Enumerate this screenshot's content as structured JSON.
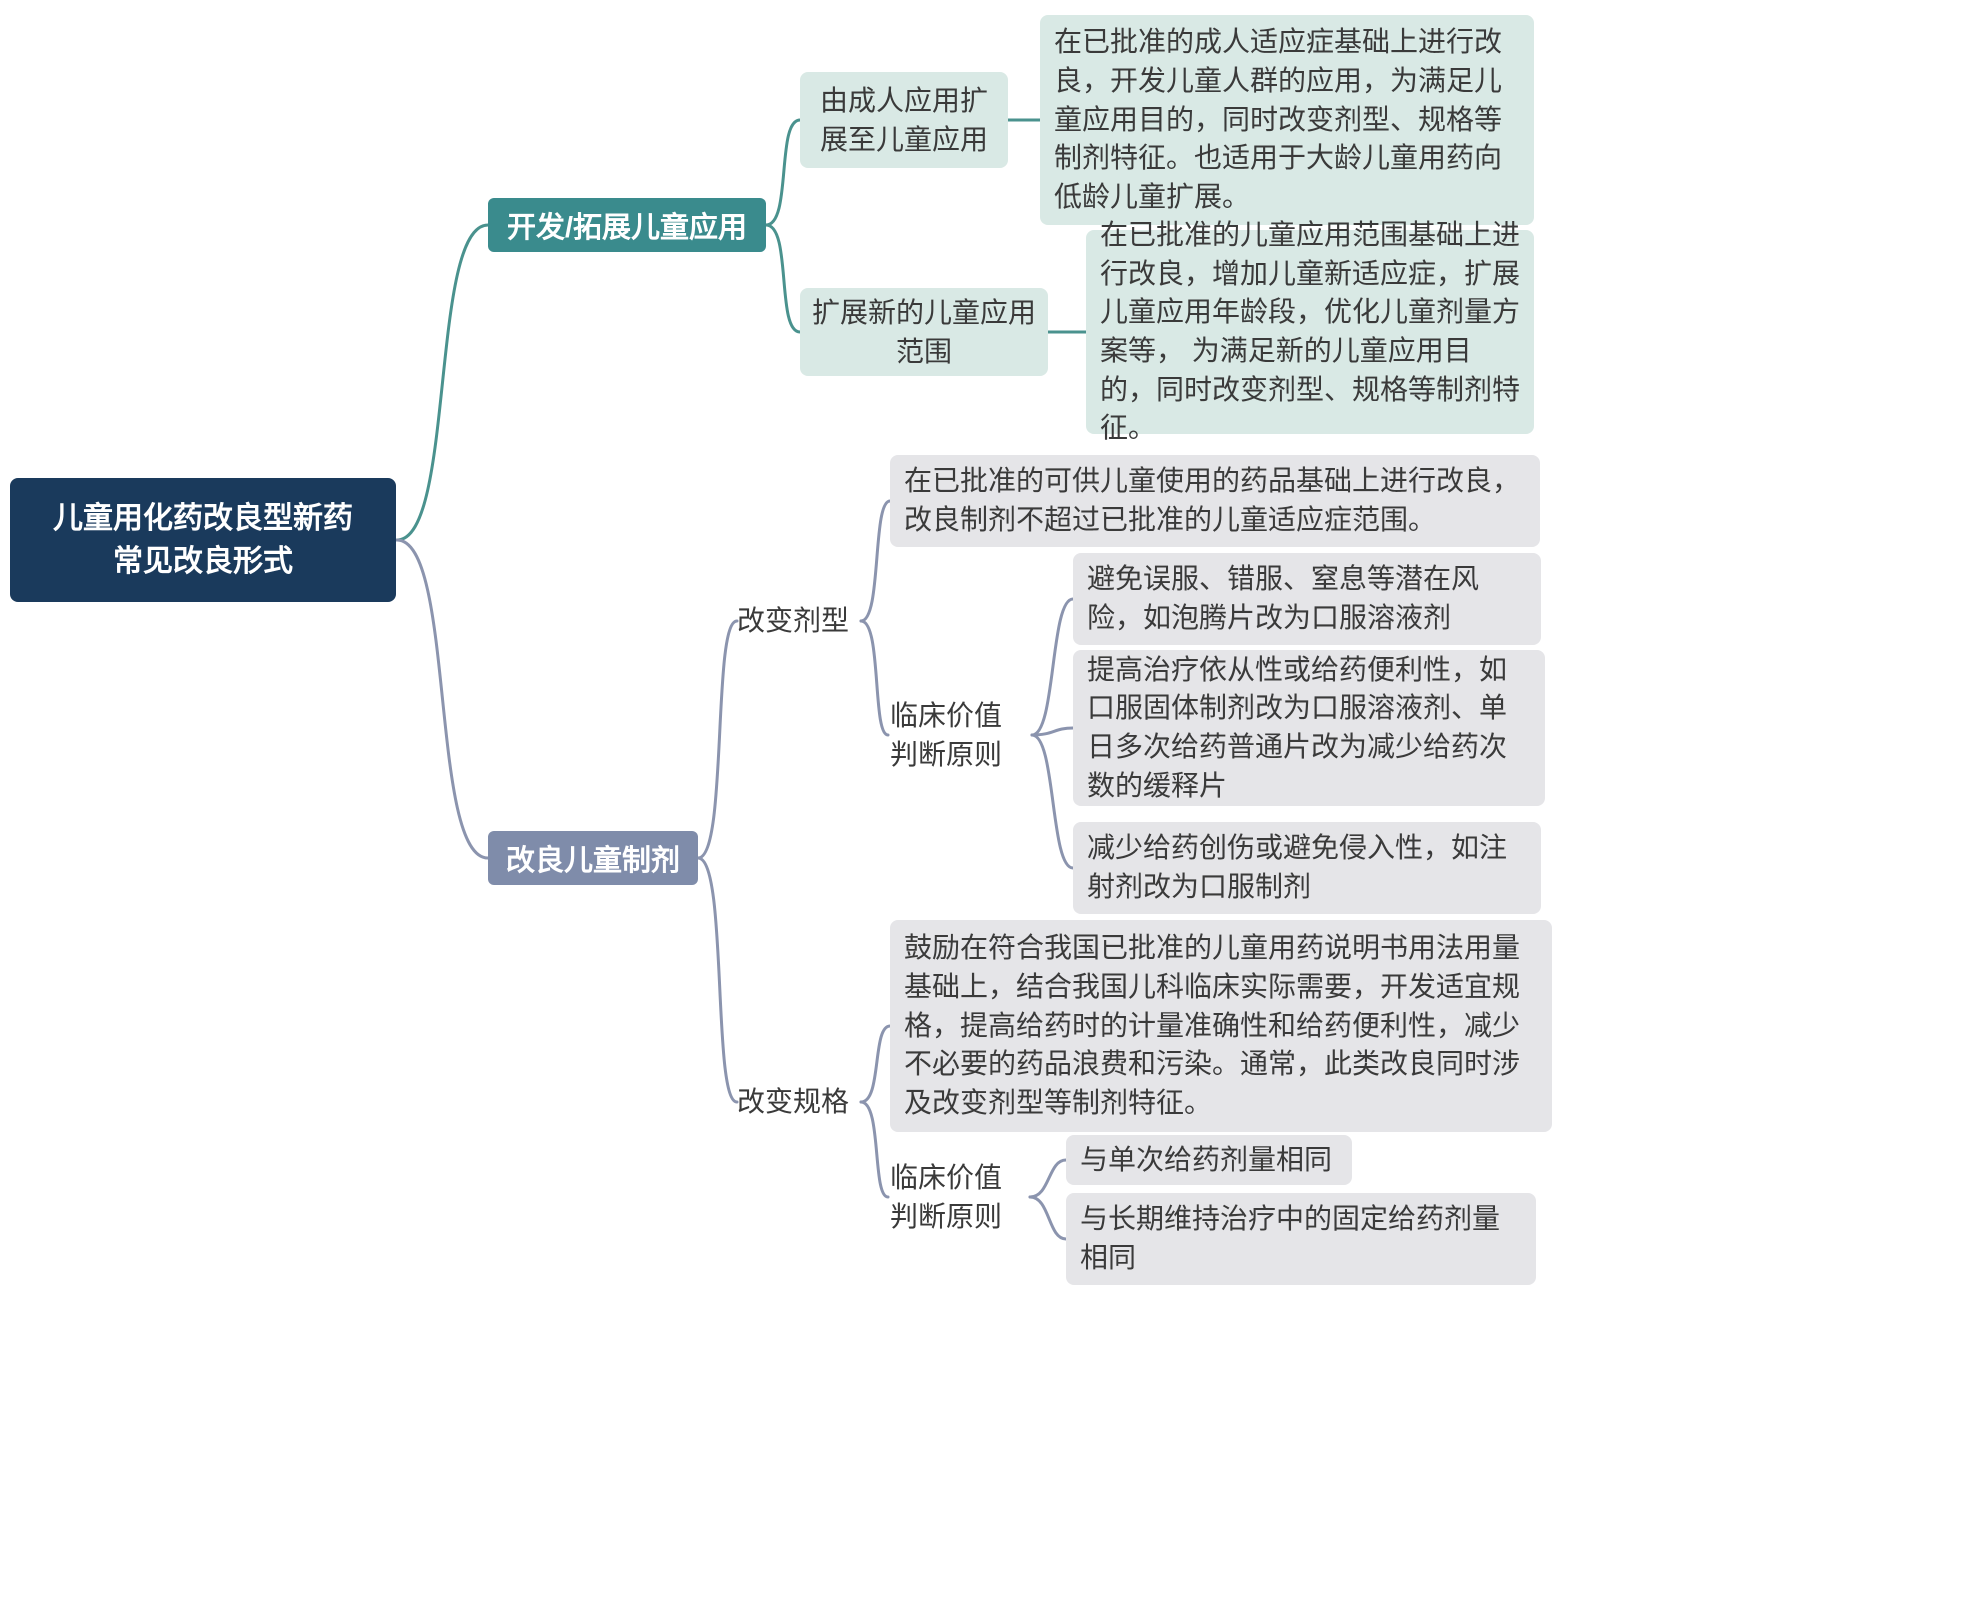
{
  "root": {
    "title_line1": "儿童用化药改良型新药",
    "title_line2": "常见改良形式"
  },
  "branch_develop": {
    "label": "开发/拓展儿童应用",
    "child_adult_to_child": {
      "label": "由成人应用扩展至儿童应用",
      "desc": "在已批准的成人适应症基础上进行改良，开发儿童人群的应用，为满足儿童应用目的，同时改变剂型、规格等制剂特征。也适用于大龄儿童用药向低龄儿童扩展。"
    },
    "child_expand_scope": {
      "label": "扩展新的儿童应用范围",
      "desc": "在已批准的儿童应用范围基础上进行改良，增加儿童新适应症，扩展儿童应用年龄段，优化儿童剂量方案等， 为满足新的儿童应用目的，同时改变剂型、规格等制剂特征。"
    }
  },
  "branch_formulation": {
    "label": "改良儿童制剂",
    "dosage_form": {
      "label": "改变剂型",
      "desc": "在已批准的可供儿童使用的药品基础上进行改良，改良制剂不超过已批准的儿童适应症范围。",
      "principle_label": "临床价值判断原则",
      "principles": [
        "避免误服、错服、窒息等潜在风险，如泡腾片改为口服溶液剂",
        "提高治疗依从性或给药便利性，如口服固体制剂改为口服溶液剂、单日多次给药普通片改为减少给药次数的缓释片",
        "减少给药创伤或避免侵入性，如注射剂改为口服制剂"
      ]
    },
    "strength": {
      "label": "改变规格",
      "desc": "鼓励在符合我国已批准的儿童用药说明书用法用量基础上，结合我国儿科临床实际需要，开发适宜规格，提高给药时的计量准确性和给药便利性，减少不必要的药品浪费和污染。通常，此类改良同时涉及改变剂型等制剂特征。",
      "principle_label": "临床价值判断原则",
      "principles": [
        "与单次给药剂量相同",
        "与长期维持治疗中的固定给药剂量相同"
      ]
    }
  },
  "colors": {
    "root_bg": "#1a3a5c",
    "branch_develop_bg": "#3a8b8d",
    "develop_leaf_bg": "#d9e9e5",
    "branch_formulation_bg": "#7f8caa",
    "formulation_leaf_bg": "#e5e5e8",
    "develop_line": "#4a928e",
    "formulation_line": "#8b94ae",
    "text_dark": "#3a3a3a"
  }
}
